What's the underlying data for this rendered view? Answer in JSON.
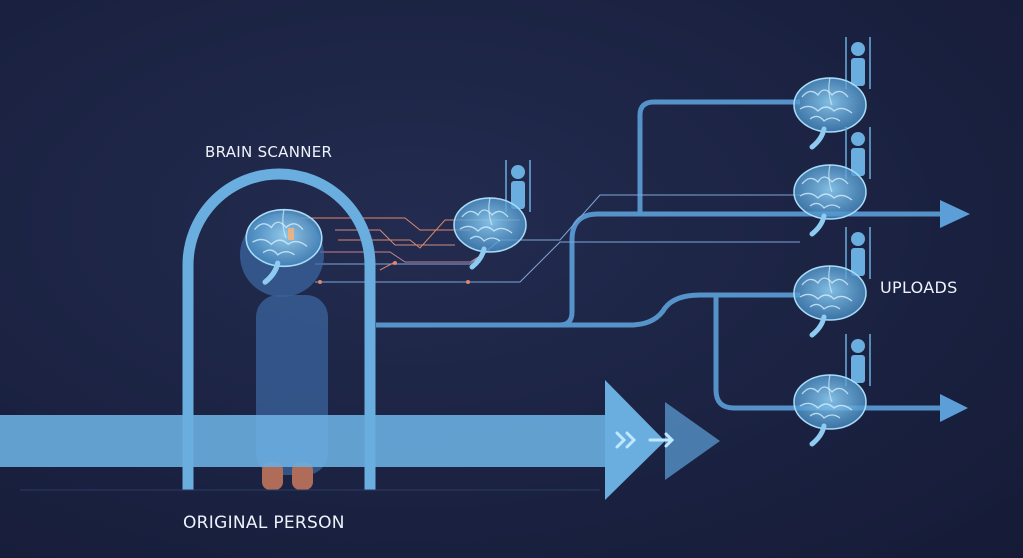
{
  "labels": {
    "scanner": "BRAIN SCANNER",
    "uploads": "UPLOADS",
    "original": "ORIGINAL PERSON"
  },
  "colors": {
    "background": "#1b2242",
    "flow": "#6aaee0",
    "brain": "#5fa8dc",
    "signal": "#e0866a",
    "legs": "#c97a5c"
  },
  "upload_count": 4
}
